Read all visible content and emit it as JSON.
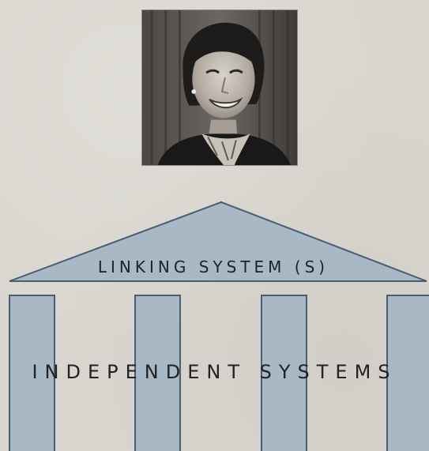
{
  "diagram": {
    "top_label": "LINKING SYSTEM (S)",
    "bottom_label": "INDEPENDENT SYSTEMS",
    "colors": {
      "background": "#d9d6cf",
      "shape_fill": "#a9b8c5",
      "shape_stroke": "#4a5c72",
      "text": "#222222"
    }
  },
  "portrait": {
    "icon": "portrait-photo"
  }
}
